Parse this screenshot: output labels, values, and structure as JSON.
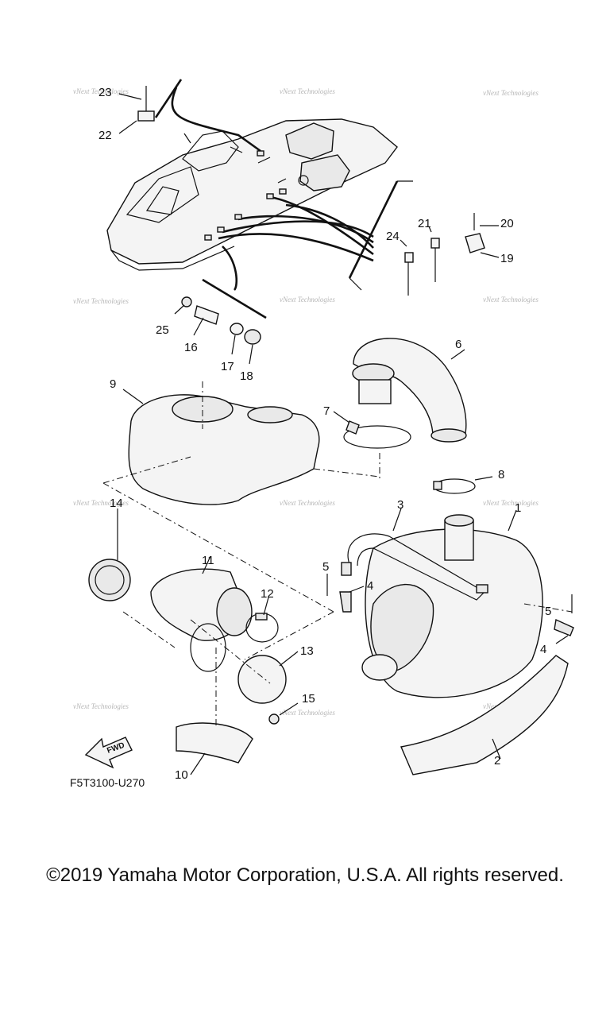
{
  "diagram": {
    "figure_code": "F5T3100-U270",
    "fwd_label": "FWD",
    "watermark": "vNext Technologies",
    "callouts": [
      {
        "id": "c1",
        "label": "1"
      },
      {
        "id": "c2",
        "label": "2"
      },
      {
        "id": "c3",
        "label": "3"
      },
      {
        "id": "c4a",
        "label": "4"
      },
      {
        "id": "c4b",
        "label": "4"
      },
      {
        "id": "c5a",
        "label": "5"
      },
      {
        "id": "c5b",
        "label": "5"
      },
      {
        "id": "c6",
        "label": "6"
      },
      {
        "id": "c7",
        "label": "7"
      },
      {
        "id": "c8",
        "label": "8"
      },
      {
        "id": "c9",
        "label": "9"
      },
      {
        "id": "c10",
        "label": "10"
      },
      {
        "id": "c11",
        "label": "11"
      },
      {
        "id": "c12",
        "label": "12"
      },
      {
        "id": "c13",
        "label": "13"
      },
      {
        "id": "c14",
        "label": "14"
      },
      {
        "id": "c15",
        "label": "15"
      },
      {
        "id": "c16",
        "label": "16"
      },
      {
        "id": "c17",
        "label": "17"
      },
      {
        "id": "c18",
        "label": "18"
      },
      {
        "id": "c19",
        "label": "19"
      },
      {
        "id": "c20",
        "label": "20"
      },
      {
        "id": "c21",
        "label": "21"
      },
      {
        "id": "c22",
        "label": "22"
      },
      {
        "id": "c23",
        "label": "23"
      },
      {
        "id": "c24",
        "label": "24"
      },
      {
        "id": "c25",
        "label": "25"
      }
    ]
  },
  "footer": {
    "copyright": "©2019 Yamaha Motor Corporation, U.S.A. All rights reserved."
  }
}
